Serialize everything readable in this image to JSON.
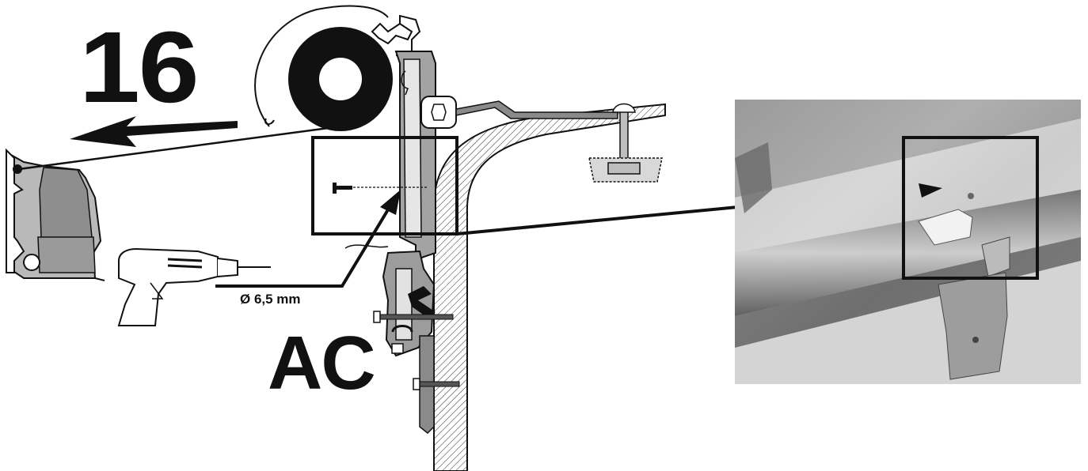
{
  "step_number": "16",
  "variant_label": "AC",
  "drill_size_label": "Ø 6,5 mm",
  "icons": [
    "drill-icon",
    "screw-icon",
    "awning-end-cap-icon",
    "awning-roll-icon",
    "arrow-left-icon"
  ]
}
